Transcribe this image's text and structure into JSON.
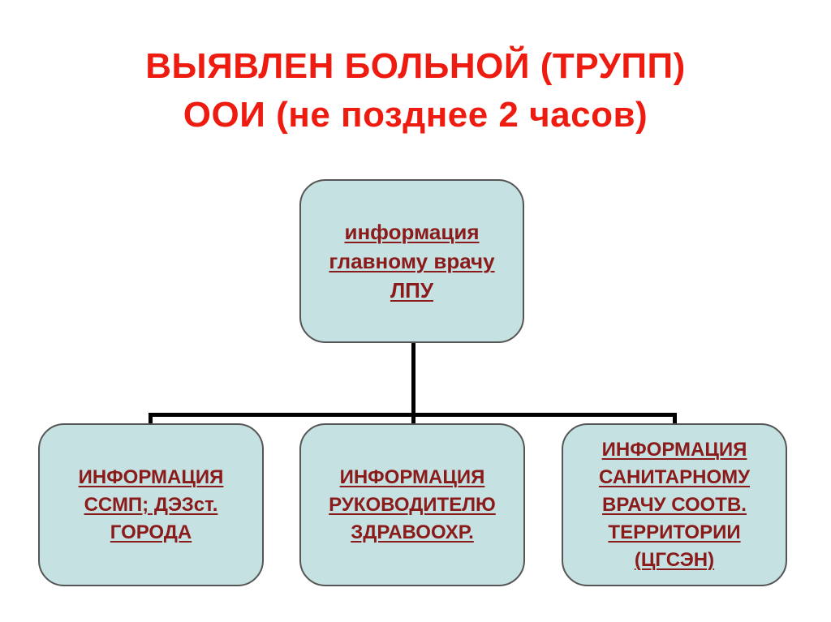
{
  "title": {
    "line1": "ВЫЯВЛЕН БОЛЬНОЙ (ТРУПП)",
    "line2": "ООИ (не позднее 2 часов)"
  },
  "nodes": {
    "top": {
      "text": "информация\nглавному врачу\nЛПУ"
    },
    "left": {
      "text": "ИНФОРМАЦИЯ\nССМП; ДЭЗст.\nГОРОДА"
    },
    "middle": {
      "text": "ИНФОРМАЦИЯ\nРУКОВОДИТЕЛЮ\nЗДРАВООХР."
    },
    "right": {
      "text": "ИНФОРМАЦИЯ\nСАНИТАРНОМУ\nВРАЧУ СООТВ.\nТЕРРИТОРИИ\n(ЦГСЭН)"
    }
  },
  "colors": {
    "title": "#ee1c10",
    "box_fill": "#c5e1e1",
    "box_text": "#8b1a1a",
    "connector": "#000000"
  }
}
